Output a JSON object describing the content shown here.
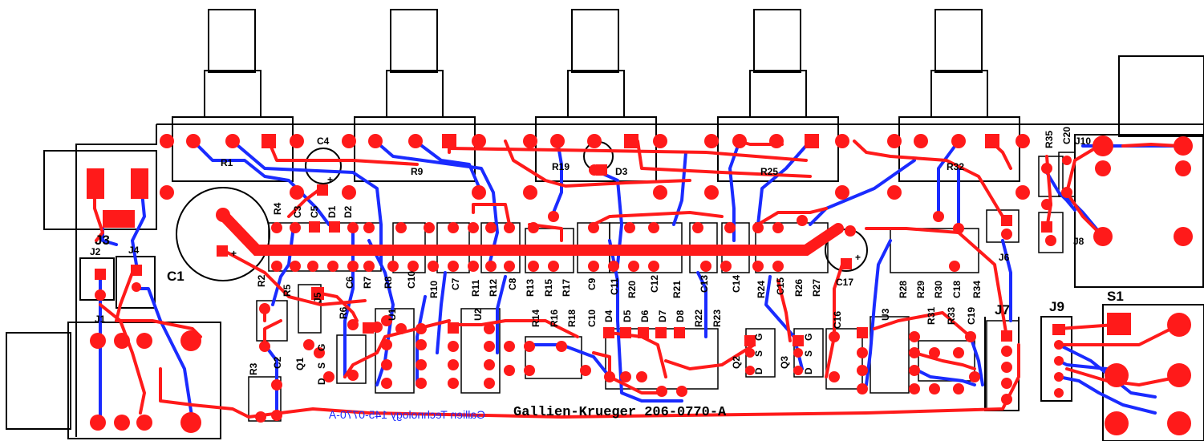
{
  "board": {
    "title": "Gallien-Krueger  206-0770-A",
    "mirrored_text": "Gallien Technology  145-0770-A",
    "colors": {
      "top_copper": "#ff1a1a",
      "bottom_copper": "#1a2bff",
      "silkscreen": "#000000",
      "background": "#ffffff"
    }
  },
  "labels": {
    "C1": "C1",
    "C2": "C2",
    "C3": "C3",
    "C4": "C4",
    "C5": "C5",
    "C6": "C6",
    "C7": "C7",
    "C8": "C8",
    "C9": "C9",
    "C10": "C10",
    "C11": "C11",
    "C12": "C12",
    "C13": "C13",
    "C14": "C14",
    "C15": "C15",
    "C16": "C16",
    "C17": "C17",
    "C18": "C18",
    "C19": "C19",
    "C20": "C20",
    "R1": "R1",
    "R2": "R2",
    "R3": "R3",
    "R4": "R4",
    "R5": "R5",
    "R6": "R6",
    "R7": "R7",
    "R8": "R8",
    "R9": "R9",
    "R10": "R10",
    "R11": "R11",
    "R12": "R12",
    "R13": "R13",
    "R14": "R14",
    "R15": "R15",
    "R16": "R16",
    "R17": "R17",
    "R18": "R18",
    "R19": "R19",
    "R20": "R20",
    "R21": "R21",
    "R22": "R22",
    "R23": "R23",
    "R24": "R24",
    "R25": "R25",
    "R26": "R26",
    "R27": "R27",
    "R28": "R28",
    "R29": "R29",
    "R30": "R30",
    "R31": "R31",
    "R32": "R32",
    "R33": "R33",
    "R34": "R34",
    "R35": "R35",
    "D1": "D1",
    "D2": "D2",
    "D3": "D3",
    "D4": "D4",
    "D5": "D5",
    "D6": "D6",
    "D7": "D7",
    "D8": "D8",
    "Q1": "Q1",
    "Q2": "Q2",
    "Q3": "Q3",
    "U1": "U1",
    "U2": "U2",
    "U3": "U3",
    "J1": "J1",
    "J2": "J2",
    "J3": "J3",
    "J4": "J4",
    "J5": "J5",
    "J6": "J6",
    "J7": "J7",
    "J8": "J8",
    "J9": "J9",
    "J10": "J10",
    "S1": "S1",
    "pin_D": "D",
    "pin_S": "S",
    "pin_G": "G",
    "plus": "+"
  }
}
